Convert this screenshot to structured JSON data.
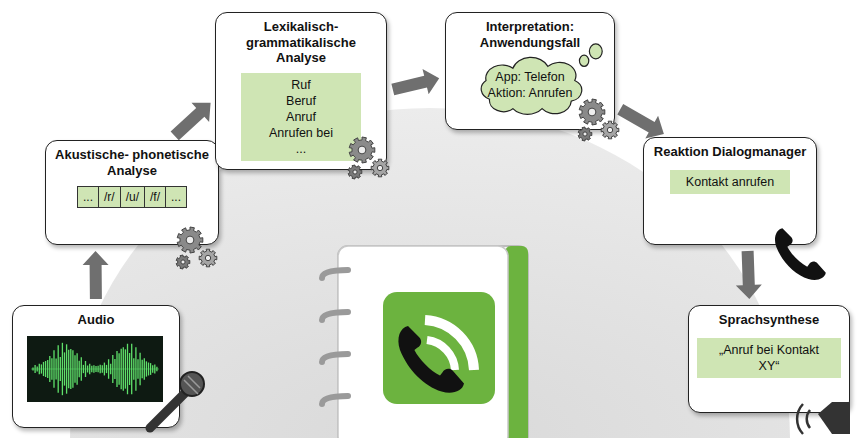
{
  "diagram": {
    "nodes": [
      {
        "text": [
          "Audio"
        ]
      },
      {
        "text": [
          "Akustische- phonetische Analyse"
        ]
      },
      {
        "text": [
          "..."
        ],
        "in": 1
      },
      {
        "text": [
          "/r/"
        ],
        "in": 1
      },
      {
        "text": [
          "/u/"
        ],
        "in": 1
      },
      {
        "text": [
          "/f/"
        ],
        "in": 1
      },
      {
        "text": [
          "..."
        ],
        "in": 1
      },
      {
        "text": [
          "Lexikalisch- grammatikalische Analyse"
        ]
      },
      {
        "text": [
          "Ruf",
          "Beruf",
          "Anruf",
          "Anrufen bei",
          "..."
        ],
        "in": 7
      },
      {
        "text": [
          "Interpretation: Anwendungsfall"
        ]
      },
      {
        "text": [
          "App: Telefon",
          "Aktion: Anrufen"
        ],
        "in": 9
      },
      {
        "text": [
          "Reaktion Dialogmanager"
        ]
      },
      {
        "text": [
          "Kontakt anrufen"
        ],
        "in": 11
      },
      {
        "text": [
          "Sprachsynthese"
        ]
      },
      {
        "text": [
          "„Anruf bei Kontakt XY“"
        ],
        "in": 13
      }
    ],
    "edges": [
      {
        "from": 0,
        "to": 1,
        "arrow": "to"
      },
      {
        "from": 1,
        "to": 7,
        "arrow": "to"
      },
      {
        "from": 7,
        "to": 9,
        "arrow": "to"
      },
      {
        "from": 9,
        "to": 11,
        "arrow": "to"
      },
      {
        "from": 11,
        "to": 13,
        "arrow": "to"
      }
    ]
  }
}
